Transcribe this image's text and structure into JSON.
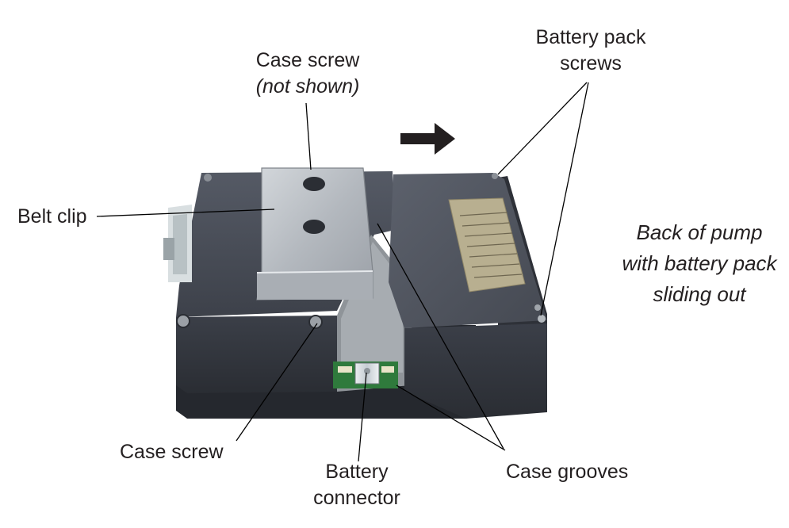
{
  "labels": {
    "case_screw_top": "Case screw",
    "case_screw_top_note": "(not shown)",
    "battery_pack_screws_1": "Battery pack",
    "battery_pack_screws_2": "screws",
    "belt_clip": "Belt clip",
    "caption_1": "Back of pump",
    "caption_2": "with battery pack",
    "caption_3": "sliding out",
    "case_screw_bottom": "Case screw",
    "battery_connector_1": "Battery",
    "battery_connector_2": "connector",
    "case_grooves": "Case grooves"
  },
  "colors": {
    "housing": "#3a3e47",
    "housing_dark": "#23262c",
    "belt_clip": "#b9bec4",
    "battery_label": "#b5ac8c",
    "leader_line": "#000000",
    "text": "#231f20"
  }
}
